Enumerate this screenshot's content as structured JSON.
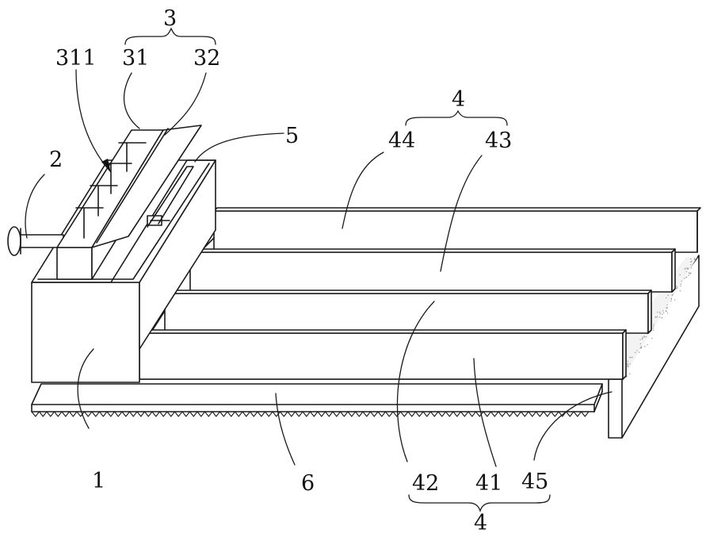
{
  "labels": {
    "l1": "1",
    "l2": "2",
    "l3": "3",
    "l31": "31",
    "l32": "32",
    "l311": "311",
    "l4_top": "4",
    "l44": "44",
    "l43": "43",
    "l5": "5",
    "l6": "6",
    "l42": "42",
    "l41": "41",
    "l45": "45",
    "l4_bottom": "4"
  }
}
